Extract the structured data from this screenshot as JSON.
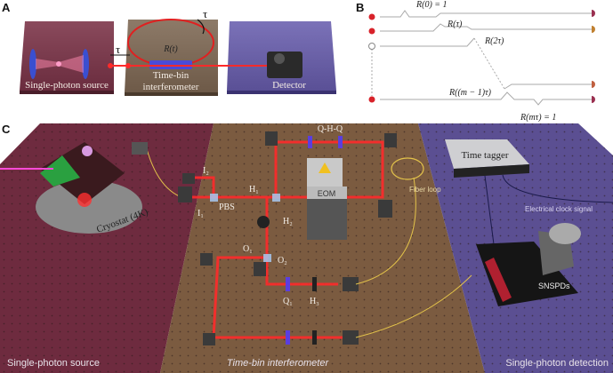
{
  "panels": {
    "a": {
      "label": "A",
      "source_label": "Single-photon source",
      "interferometer_label_1": "Time-bin",
      "interferometer_label_2": "interferometer",
      "detector_label": "Detector",
      "delay_label": "τ",
      "loop_delay_label": "τ",
      "reflectivity_label": "R(t)"
    },
    "b": {
      "label": "B",
      "r0": "R(0) = 1",
      "r1": "R(τ)",
      "r2": "R(2τ)",
      "rm1": "R((m − 1)τ)",
      "rm": "R(mτ) = 1"
    },
    "c": {
      "label": "C",
      "cryostat": "Cryostat (4K)",
      "pbs": "PBS",
      "i1": "I₁",
      "i2": "I₂",
      "h1": "H₁",
      "h2": "H₂",
      "h3": "H₃",
      "o1": "O₁",
      "o2": "O₂",
      "q1": "Q₁",
      "qhq": "Q-H-Q",
      "eom": "EOM",
      "fiber_loop": "Fiber loop",
      "time_tagger": "Time tagger",
      "clock": "Electrical clock signal",
      "snspd": "SNSPDs",
      "section_source": "Single-photon source",
      "section_interferometer": "Time-bin interferometer",
      "section_detection": "Single-photon detection"
    }
  },
  "colors": {
    "source_region": "#6e2b3f",
    "interferometer_region": "#7b5b40",
    "detection_region": "#5b4f92",
    "laser": "#ff2a2a",
    "fiber": "#e2c24a"
  }
}
